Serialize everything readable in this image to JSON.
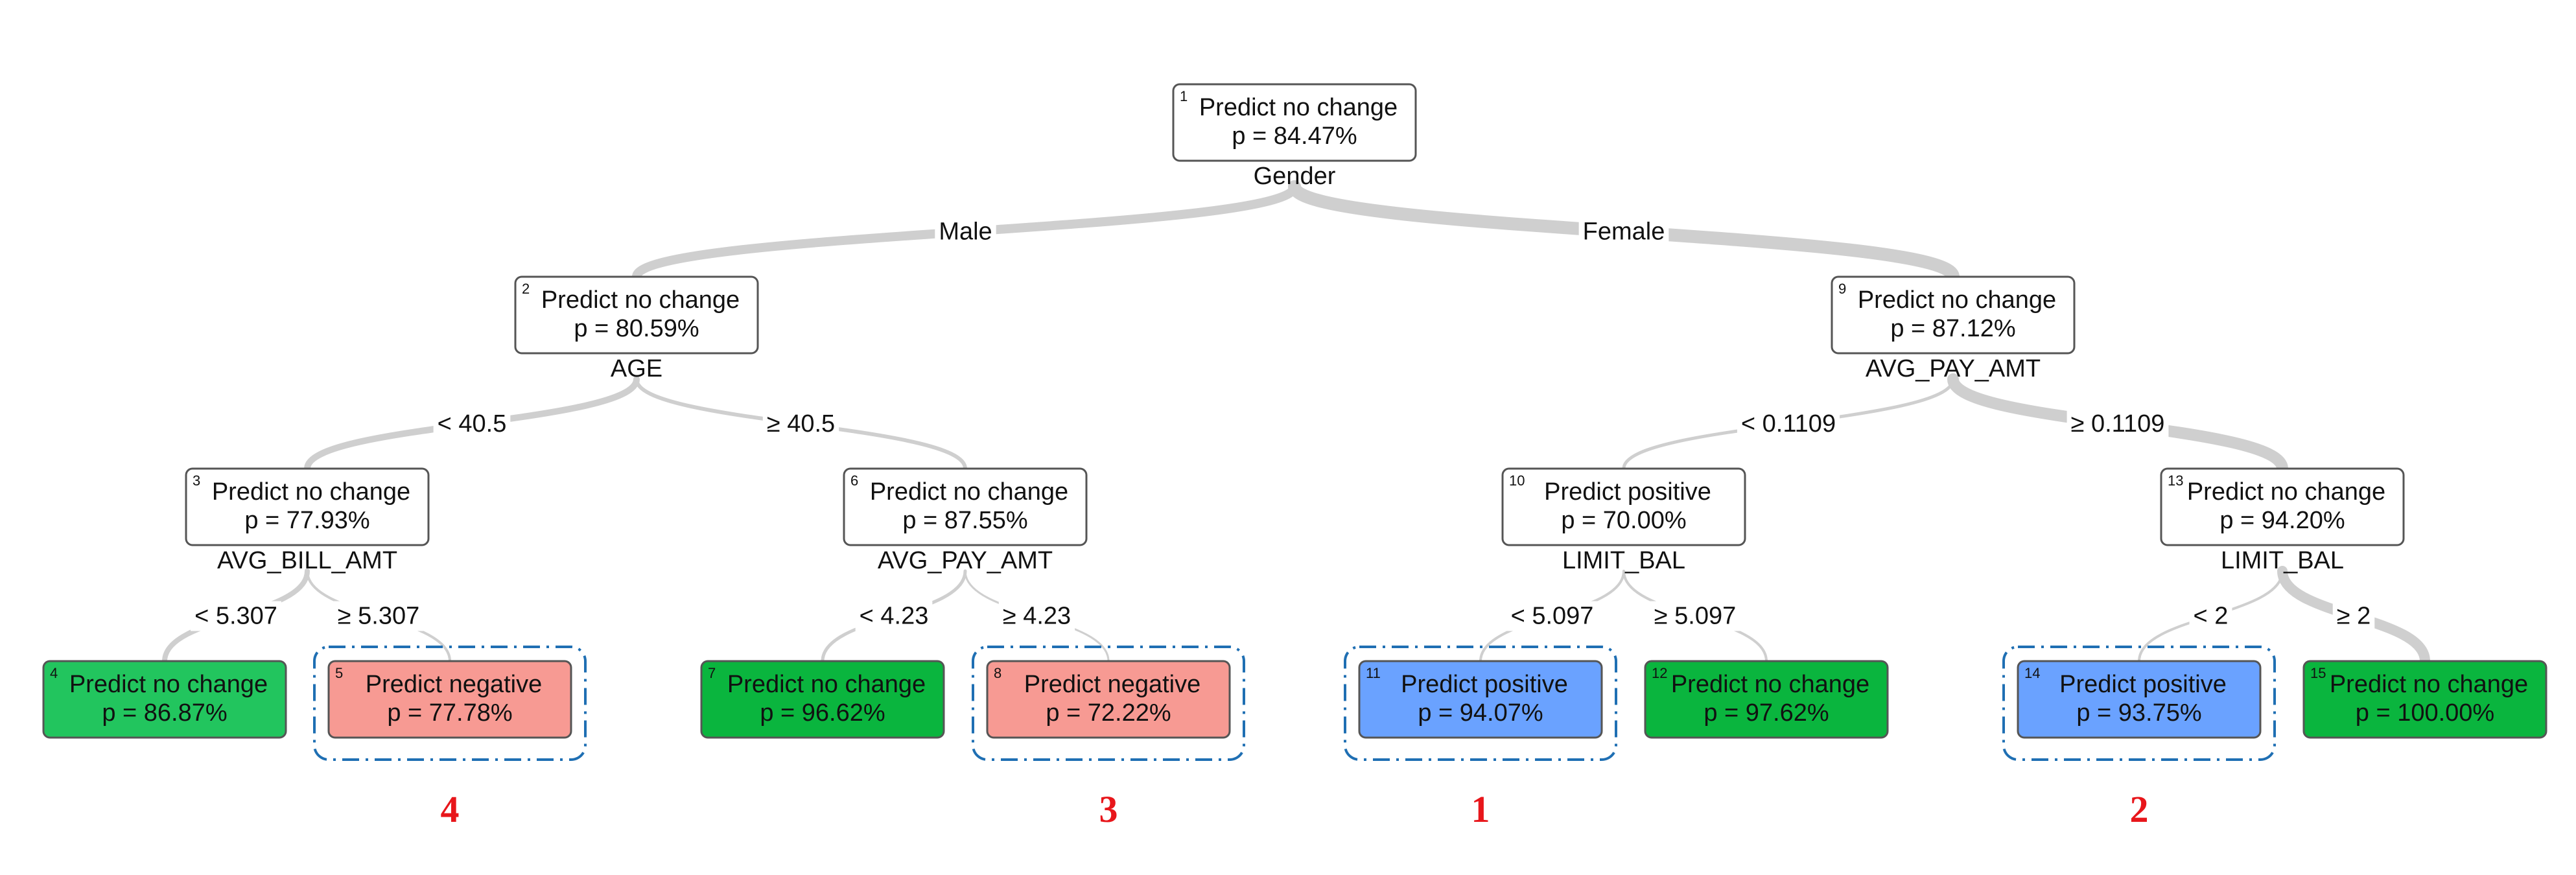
{
  "colors": {
    "no_change_white": "#ffffff",
    "no_change_green_light": "#22c55e",
    "no_change_green": "#0ab53e",
    "negative": "#f79a93",
    "positive": "#6aa2ff",
    "edge": "#cfcfcf",
    "highlight": "#1f6fb3",
    "rank": "#e8161b"
  },
  "tree": {
    "nodes": [
      {
        "id": "1",
        "label": "Predict no change",
        "p": "p = 84.47%",
        "split": "Gender",
        "fill": "#ffffff"
      },
      {
        "id": "2",
        "label": "Predict no change",
        "p": "p = 80.59%",
        "split": "AGE",
        "fill": "#ffffff"
      },
      {
        "id": "3",
        "label": "Predict no change",
        "p": "p = 77.93%",
        "split": "AVG_BILL_AMT",
        "fill": "#ffffff"
      },
      {
        "id": "4",
        "label": "Predict no change",
        "p": "p = 86.87%",
        "split": "",
        "fill": "#22c55e"
      },
      {
        "id": "5",
        "label": "Predict negative",
        "p": "p = 77.78%",
        "split": "",
        "fill": "#f79a93"
      },
      {
        "id": "6",
        "label": "Predict no change",
        "p": "p = 87.55%",
        "split": "AVG_PAY_AMT",
        "fill": "#ffffff"
      },
      {
        "id": "7",
        "label": "Predict no change",
        "p": "p = 96.62%",
        "split": "",
        "fill": "#0ab53e"
      },
      {
        "id": "8",
        "label": "Predict negative",
        "p": "p = 72.22%",
        "split": "",
        "fill": "#f79a93"
      },
      {
        "id": "9",
        "label": "Predict no change",
        "p": "p = 87.12%",
        "split": "AVG_PAY_AMT",
        "fill": "#ffffff"
      },
      {
        "id": "10",
        "label": "Predict positive",
        "p": "p = 70.00%",
        "split": "LIMIT_BAL",
        "fill": "#ffffff"
      },
      {
        "id": "11",
        "label": "Predict positive",
        "p": "p = 94.07%",
        "split": "",
        "fill": "#6aa2ff"
      },
      {
        "id": "12",
        "label": "Predict no change",
        "p": "p = 97.62%",
        "split": "",
        "fill": "#0ab53e"
      },
      {
        "id": "13",
        "label": "Predict no change",
        "p": "p = 94.20%",
        "split": "LIMIT_BAL",
        "fill": "#ffffff"
      },
      {
        "id": "14",
        "label": "Predict positive",
        "p": "p = 93.75%",
        "split": "",
        "fill": "#6aa2ff"
      },
      {
        "id": "15",
        "label": "Predict no change",
        "p": "p = 100.00%",
        "split": "",
        "fill": "#0ab53e"
      }
    ],
    "edges": [
      {
        "from": "1",
        "to": "2",
        "label": "Male"
      },
      {
        "from": "1",
        "to": "9",
        "label": "Female"
      },
      {
        "from": "2",
        "to": "3",
        "label": "< 40.5"
      },
      {
        "from": "2",
        "to": "6",
        "label": "≥ 40.5"
      },
      {
        "from": "3",
        "to": "4",
        "label": "< 5.307"
      },
      {
        "from": "3",
        "to": "5",
        "label": "≥ 5.307"
      },
      {
        "from": "6",
        "to": "7",
        "label": "< 4.23"
      },
      {
        "from": "6",
        "to": "8",
        "label": "≥ 4.23"
      },
      {
        "from": "9",
        "to": "10",
        "label": "< 0.1109"
      },
      {
        "from": "9",
        "to": "13",
        "label": "≥ 0.1109"
      },
      {
        "from": "10",
        "to": "11",
        "label": "< 5.097"
      },
      {
        "from": "10",
        "to": "12",
        "label": "≥ 5.097"
      },
      {
        "from": "13",
        "to": "14",
        "label": "< 2"
      },
      {
        "from": "13",
        "to": "15",
        "label": "≥ 2"
      }
    ],
    "highlights": [
      {
        "node": "5",
        "rank": "4"
      },
      {
        "node": "8",
        "rank": "3"
      },
      {
        "node": "11",
        "rank": "1"
      },
      {
        "node": "14",
        "rank": "2"
      }
    ]
  }
}
